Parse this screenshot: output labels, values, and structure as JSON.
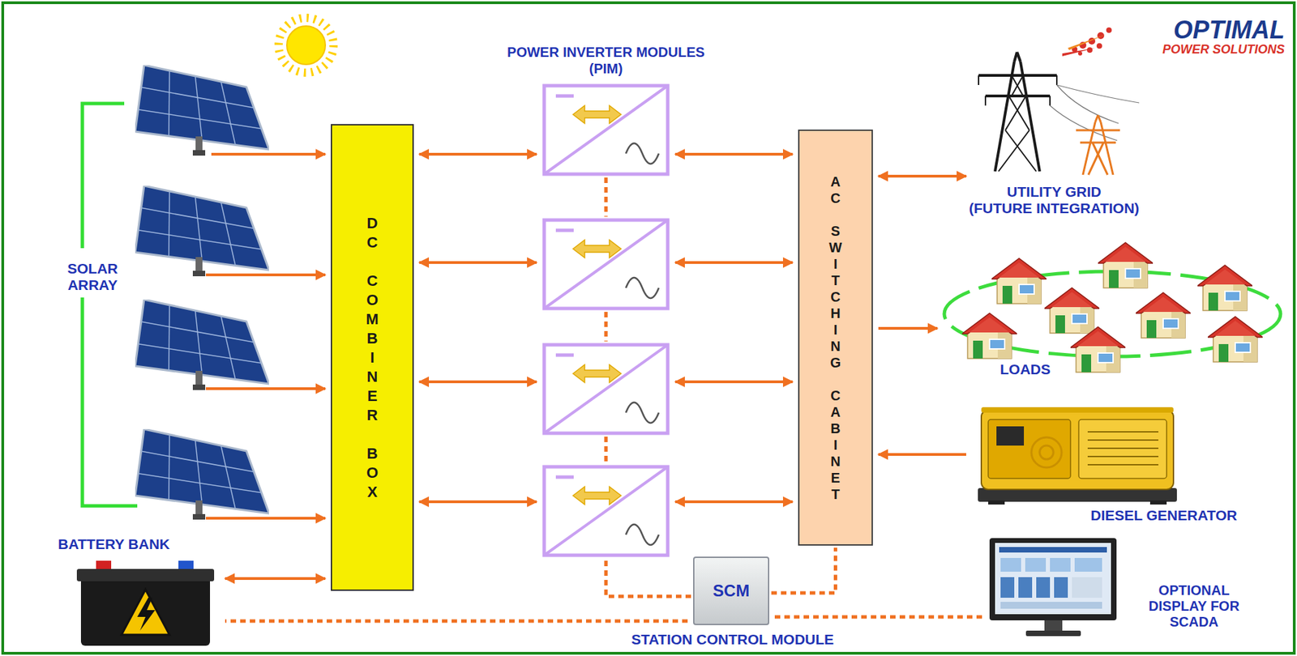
{
  "diagram": {
    "nodes": [
      {
        "text": [
          "SOLAR ARRAY"
        ]
      },
      {
        "text": [
          "DC COMBINER BOX"
        ]
      },
      {
        "text": [
          "POWER INVERTER MODULES",
          "(PIM)"
        ]
      },
      {
        "text": [
          "AC SWITCHING CABINET"
        ]
      },
      {
        "text": [
          "UTILITY GRID",
          "(FUTURE INTEGRATION)"
        ]
      },
      {
        "text": [
          "LOADS"
        ]
      },
      {
        "text": [
          "DIESEL GENERATOR"
        ]
      },
      {
        "text": [
          "BATTERY BANK"
        ]
      },
      {
        "text": [
          "SCM",
          "STATION CONTROL MODULE"
        ]
      },
      {
        "text": [
          "OPTIONAL DISPLAY FOR SCADA"
        ]
      }
    ],
    "edges": [
      {
        "from": 0,
        "to": 1,
        "arrow": "to"
      },
      {
        "from": 1,
        "to": 2,
        "arrow": "both"
      },
      {
        "from": 2,
        "to": 3,
        "arrow": "both"
      },
      {
        "from": 3,
        "to": 4,
        "arrow": "both"
      },
      {
        "from": 3,
        "to": 5,
        "arrow": "to"
      },
      {
        "from": 6,
        "to": 3,
        "arrow": "to"
      },
      {
        "from": 7,
        "to": 1,
        "arrow": "both"
      },
      {
        "from": 8,
        "to": 2,
        "arrow": "none"
      },
      {
        "from": 8,
        "to": 3,
        "arrow": "none"
      },
      {
        "from": 8,
        "to": 7,
        "arrow": "none"
      },
      {
        "from": 8,
        "to": 9,
        "arrow": "none"
      }
    ],
    "labels": [
      "OPTIMAL",
      "POWER SOLUTIONS"
    ]
  }
}
